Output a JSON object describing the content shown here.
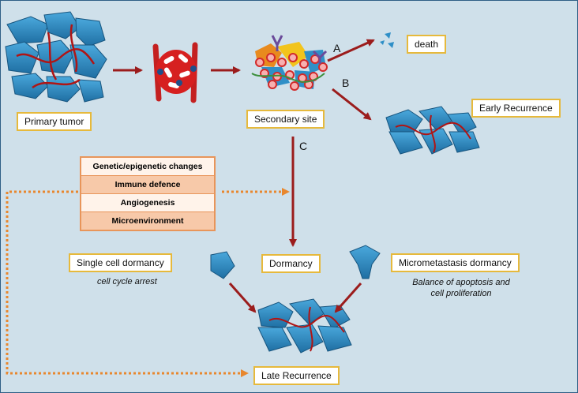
{
  "labels": {
    "primary_tumor": "Primary tumor",
    "secondary_site": "Secondary site",
    "death": "death",
    "early_recurrence": "Early Recurrence",
    "dormancy": "Dormancy",
    "single_cell_dormancy": "Single cell dormancy",
    "micrometastasis_dormancy": "Micrometastasis dormancy",
    "late_recurrence": "Late Recurrence"
  },
  "notes": {
    "cell_cycle_arrest": "cell cycle arrest",
    "balance_line1": "Balance of apoptosis and",
    "balance_line2": "cell proliferation"
  },
  "branches": {
    "a": "A",
    "b": "B",
    "c": "C"
  },
  "factors": [
    "Genetic/epigenetic changes",
    "Immune defence",
    "Angiogenesis",
    "Microenvironment"
  ],
  "colors": {
    "background": "#cfe0ea",
    "cell_blue": "#2f8fc7",
    "vessel_red": "#b01515",
    "arrow_red": "#9b1c1c",
    "arrow_orange": "#e8872e",
    "label_border": "#e6b93c"
  }
}
